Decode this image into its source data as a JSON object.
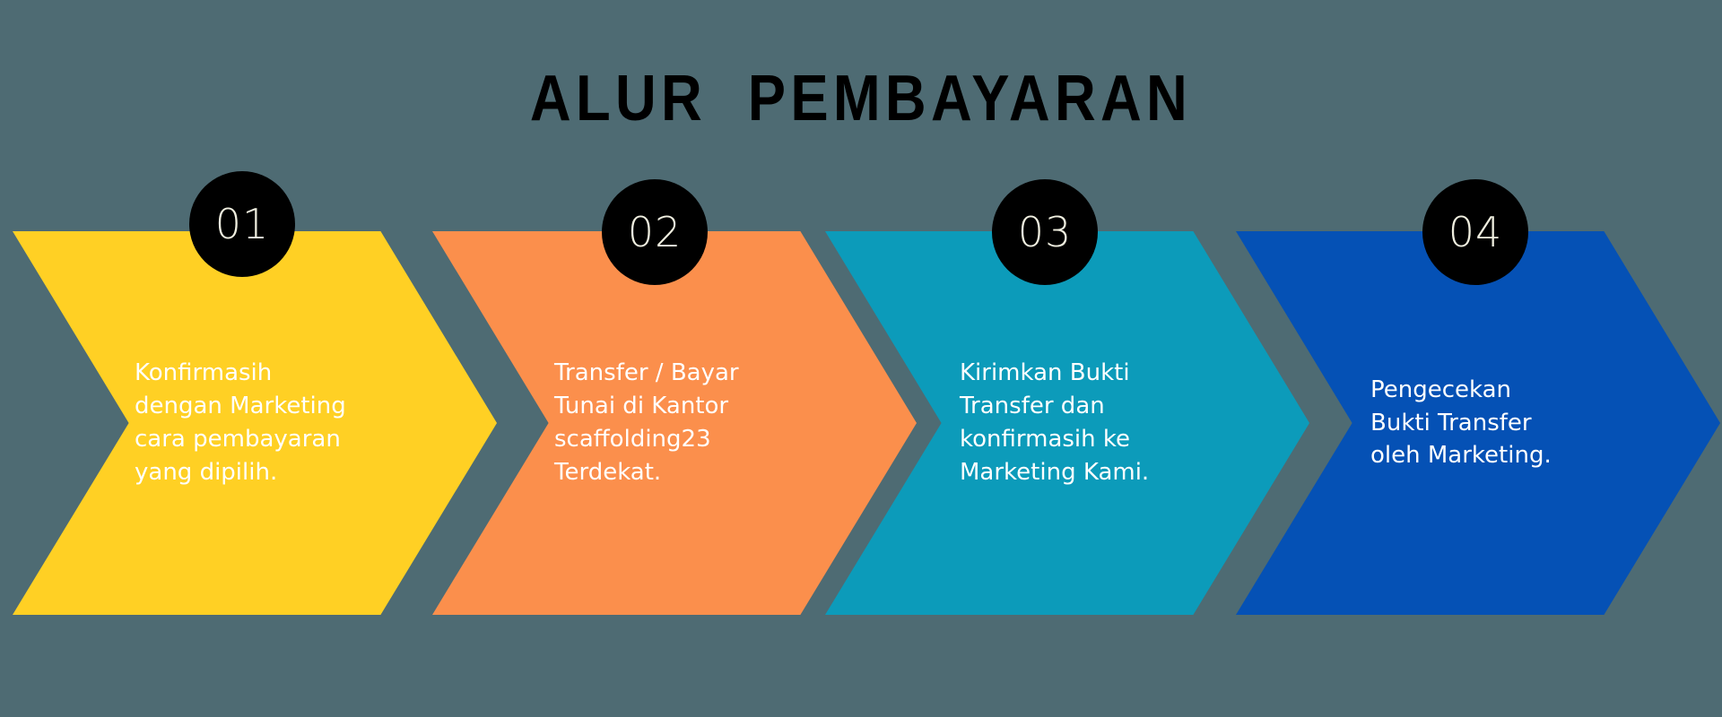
{
  "page": {
    "title": "ALUR  PEMBAYARAN",
    "background_color": "#4E6B73",
    "title_color": "#000000"
  },
  "steps": [
    {
      "badge": "01",
      "text": "Konfirmasih\ndengan Marketing\ncara pembayaran\nyang dipilih.",
      "color": "#FFD024",
      "badge_color": "#000000",
      "badge_text_color": "#EFEEDF",
      "text_color": "#FFFFFF"
    },
    {
      "badge": "02",
      "text": "Transfer / Bayar\nTunai di Kantor\nscaffolding23\nTerdekat.",
      "color": "#FB8F4C",
      "badge_color": "#000000",
      "badge_text_color": "#EFEEDF",
      "text_color": "#FFFFFF"
    },
    {
      "badge": "03",
      "text": "Kirimkan Bukti\nTransfer dan\nkonfirmasih ke\nMarketing Kami.",
      "color": "#0C9BBA",
      "badge_color": "#000000",
      "badge_text_color": "#EFEEDF",
      "text_color": "#FFFFFF"
    },
    {
      "badge": "04",
      "text": "Pengecekan\nBukti Transfer\noleh Marketing.",
      "color": "#0551B5",
      "badge_color": "#000000",
      "badge_text_color": "#EFEEDF",
      "text_color": "#FFFFFF"
    }
  ]
}
